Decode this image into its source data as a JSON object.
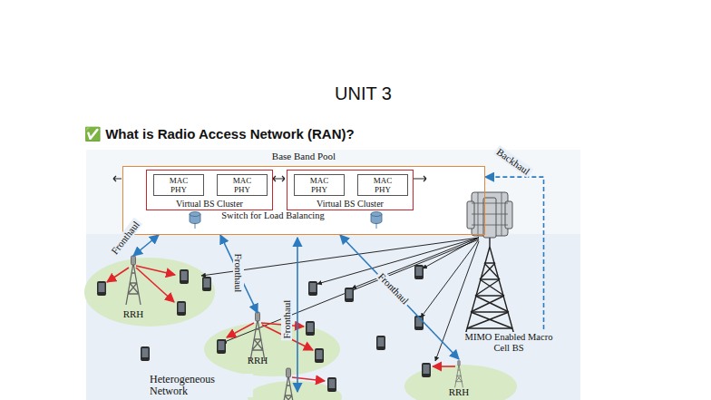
{
  "diagram": {
    "title": "✅ What is Radio Access Network (RAN)?",
    "nodes": [
      {
        "text": [
          "Base Band Pool",
          "Switch for Load Balancing"
        ]
      },
      {
        "text": [
          "Virtual BS Cluster"
        ],
        "in": 0
      },
      {
        "text": [
          "MAC PHY"
        ],
        "in": 1
      },
      {
        "text": [
          "MAC PHY"
        ],
        "in": 1
      },
      {
        "text": [
          "Virtual BS Cluster"
        ],
        "in": 0
      },
      {
        "text": [
          "MAC PHY"
        ],
        "in": 4
      },
      {
        "text": [
          "MAC PHY"
        ],
        "in": 4
      },
      {
        "text": [
          "RRH"
        ]
      },
      {
        "text": [
          "RRH"
        ]
      },
      {
        "text": [
          "MIMO Enabled Macro Cell BS"
        ]
      },
      {
        "text": [
          "RRH"
        ]
      }
    ],
    "edges": [
      {
        "from": 9,
        "to": 0,
        "arrow": "to",
        "label": "Backhaul"
      },
      {
        "from": 0,
        "to": 7,
        "arrow": "both",
        "label": "Fronthaul"
      },
      {
        "from": 0,
        "to": 8,
        "arrow": "both",
        "label": "Fronthaul"
      },
      {
        "from": 0,
        "to": 10,
        "arrow": "both",
        "label": "Fronthaul"
      }
    ],
    "labels": [
      "UNIT 3",
      "Fronthaul",
      "Heterogeneous Network"
    ]
  }
}
